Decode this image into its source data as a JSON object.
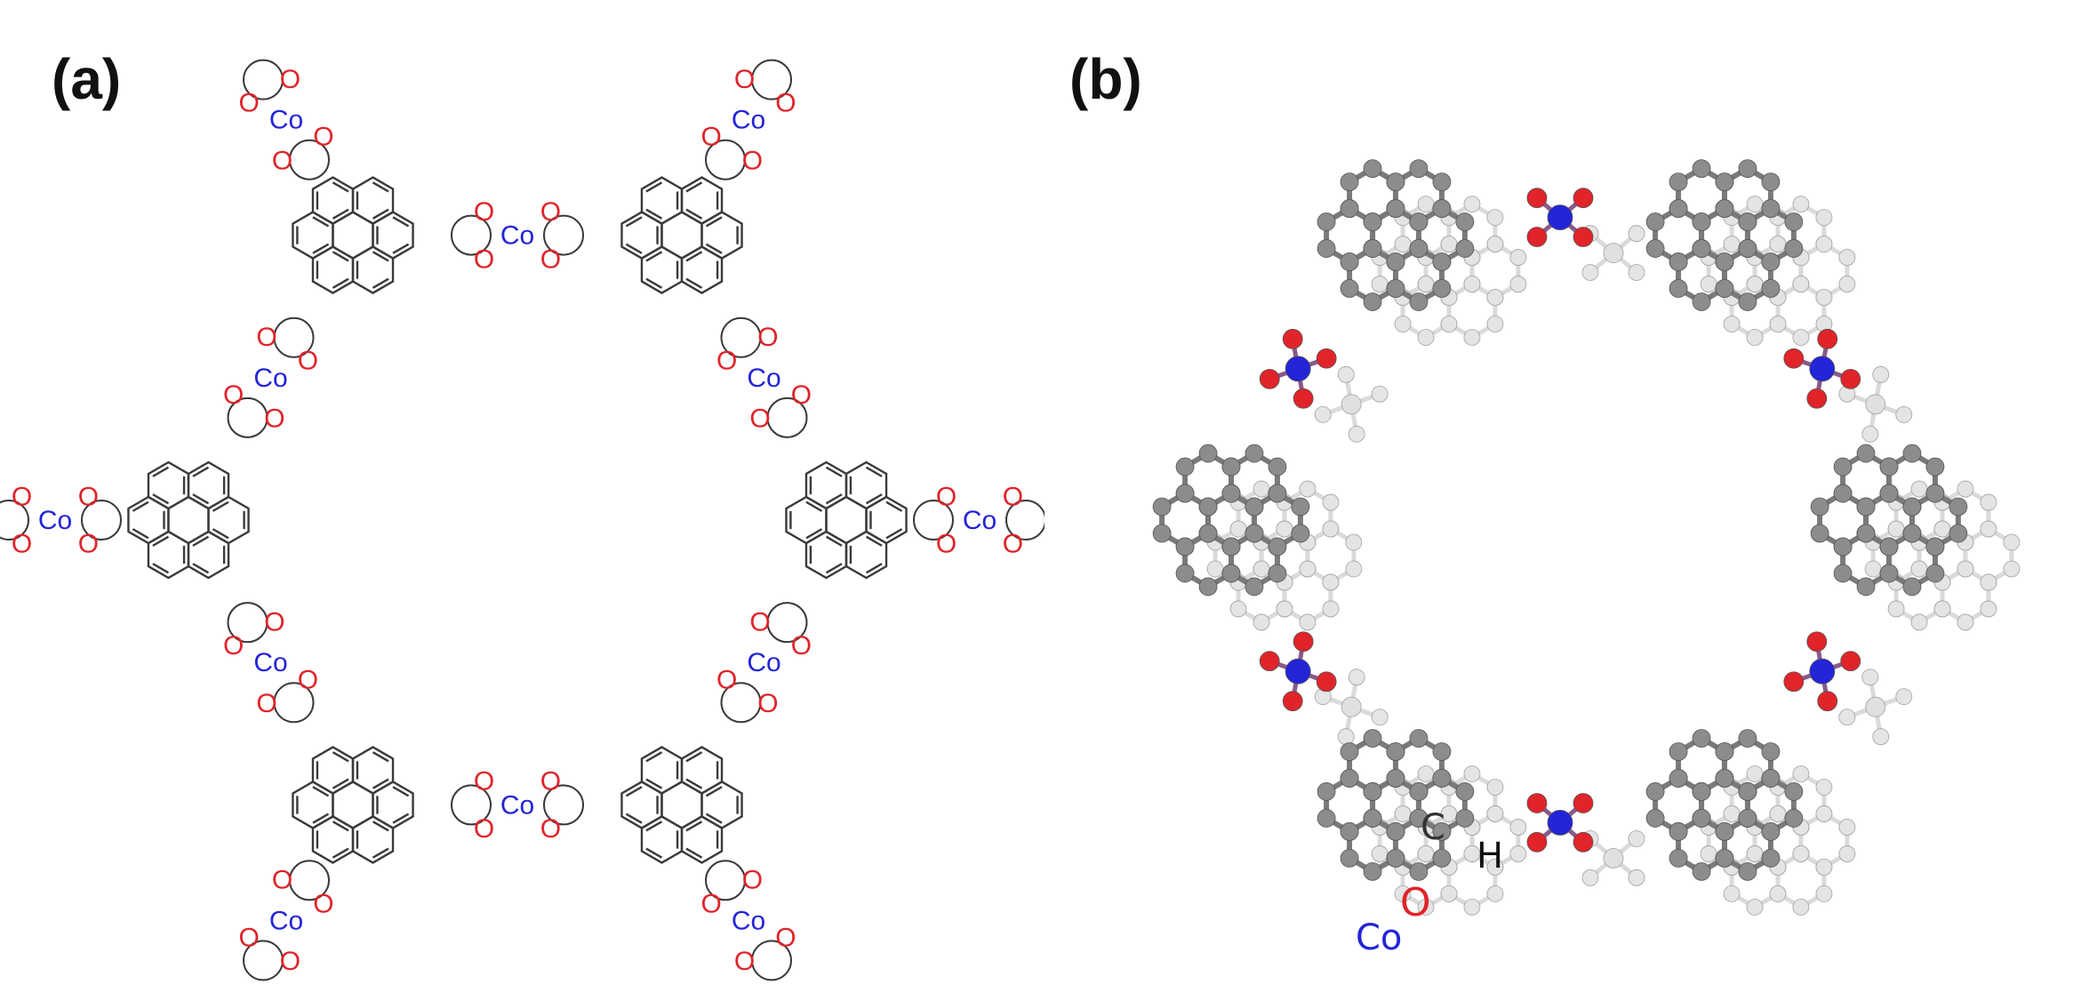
{
  "panels": {
    "a": {
      "label": "(a)",
      "metal_label": "Co",
      "oxygen_label": "O"
    },
    "b": {
      "label": "(b)"
    }
  },
  "legend": {
    "carbon": "C",
    "hydrogen": "H",
    "oxygen": "O",
    "cobalt": "Co"
  },
  "colors": {
    "bond": "#3a3a3a",
    "oxygen": "#e0242a",
    "cobalt": "#2424d8",
    "carbon_atom": "#8c8c8c",
    "hydrogen_atom": "#e6e6e6",
    "background_layer": "#d6d6d6"
  }
}
